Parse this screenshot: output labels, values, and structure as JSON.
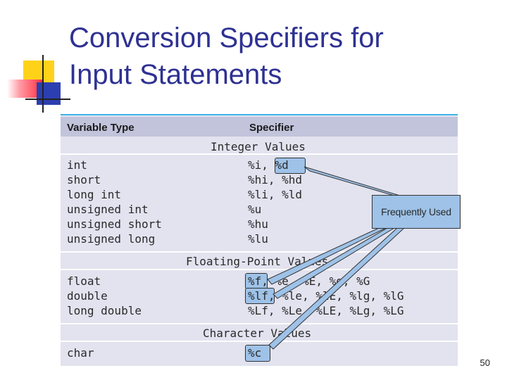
{
  "slide": {
    "title_line1": "Conversion Specifiers for",
    "title_line2": "Input Statements",
    "page_number": "50"
  },
  "table": {
    "col_variable_type": "Variable Type",
    "col_specifier": "Specifier",
    "sections": [
      {
        "heading": "Integer Values",
        "types": [
          "int",
          "short",
          "long int",
          "unsigned int",
          "unsigned short",
          "unsigned long"
        ],
        "specifiers": [
          "%i, %d",
          "%hi, %hd",
          "%li, %ld",
          "%u",
          "%hu",
          "%lu"
        ]
      },
      {
        "heading": "Floating-Point Values",
        "types": [
          "float",
          "double",
          "long double"
        ],
        "specifiers": [
          "%f, %e, %E, %g, %G",
          "%lf, %le, %lE, %lg, %lG",
          "%Lf, %Le, %LE, %Lg, %LG"
        ]
      },
      {
        "heading": "Character Values",
        "types": [
          "char"
        ],
        "specifiers": [
          "%c"
        ]
      }
    ]
  },
  "callout": {
    "label": "Frequently Used",
    "highlighted": [
      "%d",
      "%f",
      "%lf",
      "%c"
    ],
    "color": "#9ec2e8"
  }
}
